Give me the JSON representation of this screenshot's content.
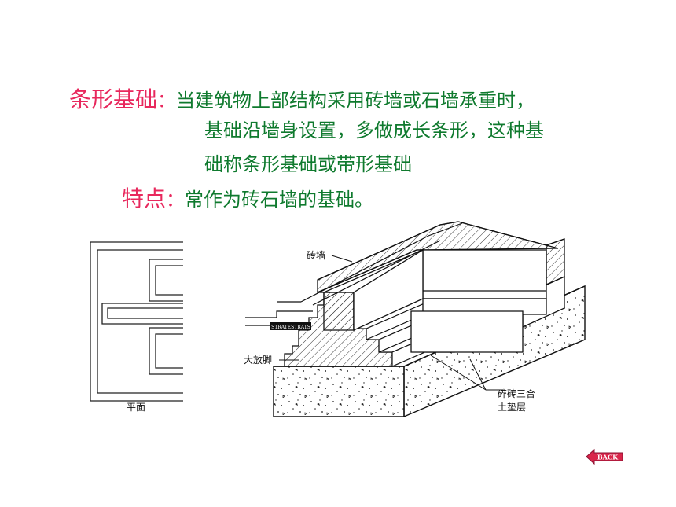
{
  "slide": {
    "term1": "条形基础",
    "colon1": "：",
    "text_line1": "当建筑物上部结构采用砖墙或石墙承重时，",
    "text_line2": "基础沿墙身设置，多做成长条形，这种基",
    "text_line3": "础称条形基础或带形基础",
    "term2": "特点",
    "colon2": "：",
    "text_line4": "常作为砖石墙的基础。"
  },
  "diagram": {
    "plan_label": "平面",
    "label_brick_wall": "砖墙",
    "label_footing": "大放脚",
    "label_cushion_line1": "碎砖三合",
    "label_cushion_line2": "土垫层"
  },
  "nav": {
    "back_label": "BACK"
  },
  "colors": {
    "term": "#e8285d",
    "body_text": "#0f7a2e",
    "back_button": "#d9254a"
  }
}
